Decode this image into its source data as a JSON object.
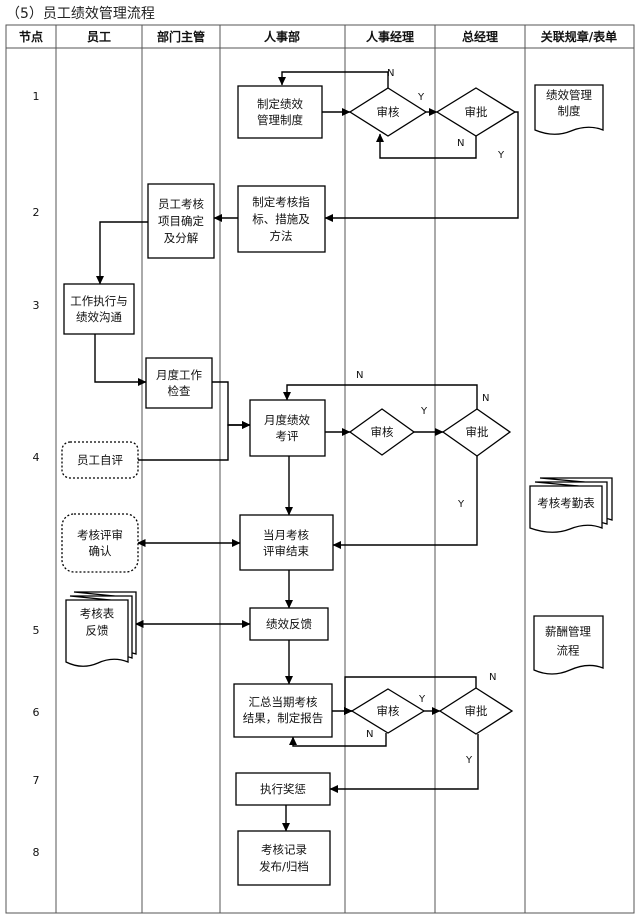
{
  "title": "（5）员工绩效管理流程",
  "columns": [
    "节点",
    "员工",
    "部门主管",
    "人事部",
    "人事经理",
    "总经理",
    "关联规章/表单"
  ],
  "steps": [
    "1",
    "2",
    "3",
    "4",
    "5",
    "6",
    "7",
    "8"
  ],
  "nodes": {
    "formulate_policy": [
      "制定绩效",
      "管理制度"
    ],
    "review_1": [
      "审核"
    ],
    "approve_1": [
      "审批"
    ],
    "policy_doc": [
      "绩效管理",
      "制度"
    ],
    "employee_items": [
      "员工考核",
      "项目确定",
      "及分解"
    ],
    "formulate_indicators": [
      "制定考核指",
      "标、措施及",
      "方法"
    ],
    "work_execution": [
      "工作执行与",
      "绩效沟通"
    ],
    "monthly_check": [
      "月度工作",
      "检查"
    ],
    "monthly_eval": [
      "月度绩效",
      "考评"
    ],
    "review_2": [
      "审核"
    ],
    "approve_2": [
      "审批"
    ],
    "self_eval": [
      "员工自评"
    ],
    "attendance_form": [
      "考核考勤表"
    ],
    "confirm_review": [
      "考核评审",
      "确认"
    ],
    "month_end": [
      "当月考核",
      "评审结束"
    ],
    "feedback_form": [
      "考核表",
      "反馈"
    ],
    "perf_feedback": [
      "绩效反馈"
    ],
    "salary_doc": [
      "薪酬管理",
      "流程"
    ],
    "summary_report": [
      "汇总当期考核",
      "结果，制定报告"
    ],
    "review_3": [
      "审核"
    ],
    "approve_3": [
      "审批"
    ],
    "reward_punish": [
      "执行奖惩"
    ],
    "record_publish": [
      "考核记录",
      "发布/归档"
    ]
  },
  "edge_labels": {
    "yes": "Y",
    "no": "N"
  }
}
